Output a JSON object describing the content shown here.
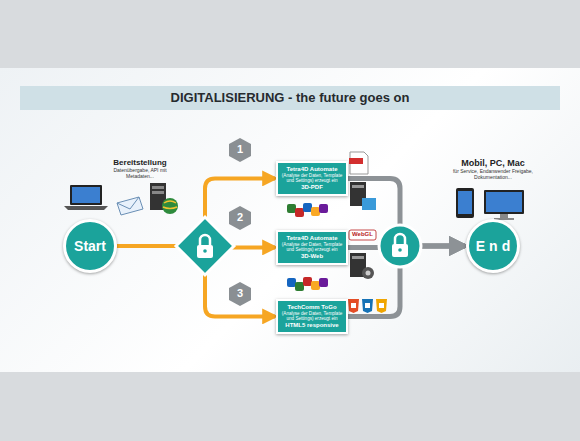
{
  "diagram": {
    "title": "DIGITALISIERUNG - the future goes on",
    "nodes": [
      {
        "text": [
          "Start"
        ]
      },
      {
        "text": [
          "Tetra4D Automate",
          "(Analyse der Daten, Template und Settings) erzeugt ein",
          "3D-PDF"
        ]
      },
      {
        "text": [
          "Tetra4D Automate",
          "(Analyse der Daten, Template und Settings) erzeugt ein",
          "3D-Web"
        ]
      },
      {
        "text": [
          "TechComm ToGo",
          "(Analyse der Daten, Template und Settings) erzeugt ein",
          "HTML5 responsive"
        ]
      },
      {
        "text": [
          "End"
        ]
      }
    ],
    "edges": [
      {
        "from": 0,
        "to": 1,
        "arrow": "to"
      },
      {
        "from": 0,
        "to": 2,
        "arrow": "to"
      },
      {
        "from": 0,
        "to": 3,
        "arrow": "to"
      },
      {
        "from": 1,
        "to": 4,
        "arrow": "to"
      },
      {
        "from": 2,
        "to": 4,
        "arrow": "to"
      },
      {
        "from": 3,
        "to": 4,
        "arrow": "to"
      }
    ],
    "labels": [
      "Bereitstellung",
      "Datenübergabe, API mit Metadaten...",
      "1",
      "2",
      "3",
      "PDF",
      "WebGL",
      "Mobil, PC, Mac",
      "für Service, Endanwender Freigabe, Dokumentation..."
    ]
  }
}
